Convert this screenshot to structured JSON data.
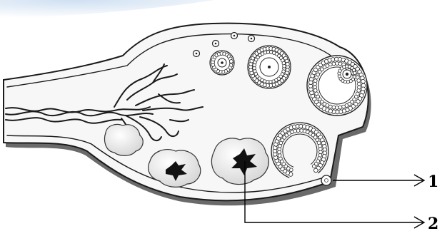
{
  "diagram": {
    "subject": "ovary-cross-section",
    "callouts": [
      {
        "id": "1",
        "label": "1",
        "target": "ovulated-oocyte"
      },
      {
        "id": "2",
        "label": "2",
        "target": "corpus-luteum"
      }
    ],
    "colors": {
      "ink": "#1a1a1a",
      "tissue": "#f5f5f5",
      "hilum": "#eaeaea",
      "corner_accent": "#dbe8f5"
    }
  }
}
